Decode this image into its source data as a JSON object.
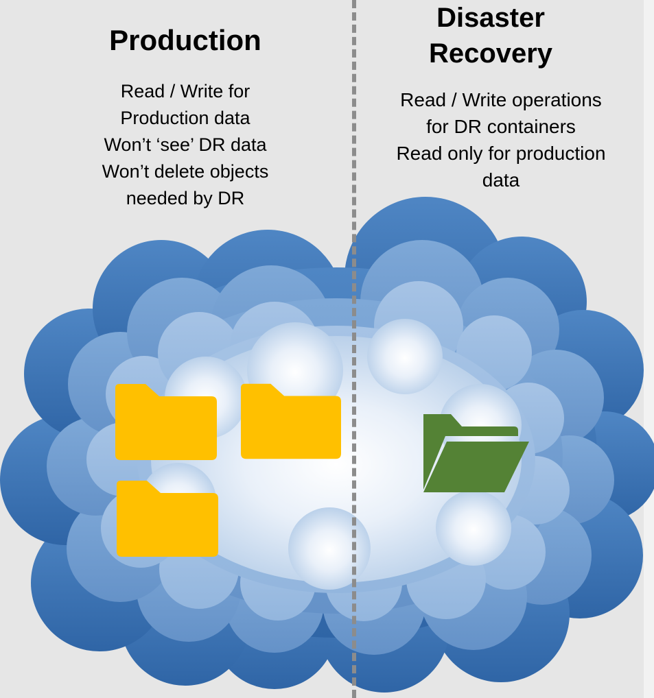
{
  "production": {
    "title": "Production",
    "lines": [
      "Read / Write for",
      "Production data",
      "Won’t ‘see’ DR data",
      "Won’t delete objects",
      "needed by DR"
    ]
  },
  "disaster_recovery": {
    "title_line1": "Disaster",
    "title_line2": "Recovery",
    "lines": [
      "Read / Write operations",
      "for DR containers",
      "Read only for production",
      "data"
    ]
  },
  "icons": {
    "production_folders": [
      "folder-icon",
      "folder-icon",
      "folder-icon"
    ],
    "dr_folder": "folder-open-icon",
    "cloud": "cloud-icon"
  },
  "colors": {
    "background": "#e6e6e6",
    "cloud_outer": "#3f78b8",
    "cloud_inner": "#eef3fa",
    "production_folder": "#ffc000",
    "dr_folder": "#548235",
    "divider": "#8c8c8c"
  }
}
